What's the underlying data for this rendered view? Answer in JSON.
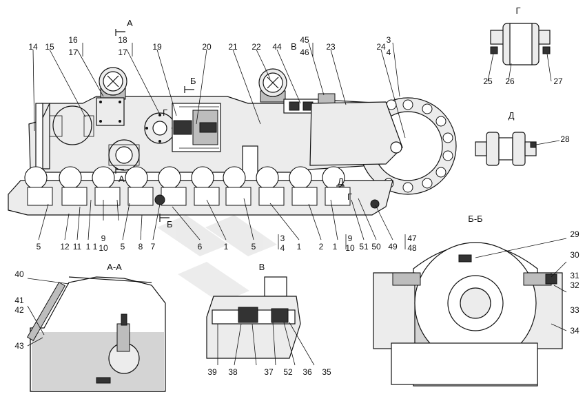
{
  "view_titles": {
    "g": "Г",
    "d": "Д",
    "aa": "А-А",
    "bb": "Б-Б",
    "v": "В",
    "section_a": "А",
    "section_b": "Б",
    "section_v": "В",
    "section_g": "Г",
    "section_d": "Д"
  },
  "callouts": {
    "main": [
      {
        "id": "c14",
        "text": "14"
      },
      {
        "id": "c15",
        "text": "15"
      },
      {
        "id": "c16",
        "text": "16"
      },
      {
        "id": "c17a",
        "text": "17"
      },
      {
        "id": "c18",
        "text": "18"
      },
      {
        "id": "c17b",
        "text": "17"
      },
      {
        "id": "c19",
        "text": "19"
      },
      {
        "id": "c20",
        "text": "20"
      },
      {
        "id": "c21",
        "text": "21"
      },
      {
        "id": "c22",
        "text": "22"
      },
      {
        "id": "c44",
        "text": "44"
      },
      {
        "id": "c45",
        "text": "45"
      },
      {
        "id": "c46",
        "text": "46"
      },
      {
        "id": "c23",
        "text": "23"
      },
      {
        "id": "c24",
        "text": "24"
      },
      {
        "id": "c3a",
        "text": "3"
      },
      {
        "id": "c4a",
        "text": "4"
      },
      {
        "id": "b5a",
        "text": "5"
      },
      {
        "id": "b12",
        "text": "12"
      },
      {
        "id": "b11",
        "text": "11"
      },
      {
        "id": "b1a",
        "text": "1"
      },
      {
        "id": "b1b",
        "text": "1"
      },
      {
        "id": "b9a",
        "text": "9"
      },
      {
        "id": "b10a",
        "text": "10"
      },
      {
        "id": "b5b",
        "text": "5"
      },
      {
        "id": "b8",
        "text": "8"
      },
      {
        "id": "b7",
        "text": "7"
      },
      {
        "id": "b6",
        "text": "6"
      },
      {
        "id": "b1c",
        "text": "1"
      },
      {
        "id": "b5c",
        "text": "5"
      },
      {
        "id": "b3",
        "text": "3"
      },
      {
        "id": "b4",
        "text": "4"
      },
      {
        "id": "b1d",
        "text": "1"
      },
      {
        "id": "b2",
        "text": "2"
      },
      {
        "id": "b1e",
        "text": "1"
      },
      {
        "id": "b9b",
        "text": "9"
      },
      {
        "id": "b10b",
        "text": "10"
      },
      {
        "id": "b51",
        "text": "51"
      },
      {
        "id": "b50",
        "text": "50"
      },
      {
        "id": "b49",
        "text": "49"
      },
      {
        "id": "b47",
        "text": "47"
      },
      {
        "id": "b48",
        "text": "48"
      }
    ],
    "view_g": [
      {
        "id": "g25",
        "text": "25"
      },
      {
        "id": "g26",
        "text": "26"
      },
      {
        "id": "g27",
        "text": "27"
      }
    ],
    "view_d": [
      {
        "id": "d28",
        "text": "28"
      }
    ],
    "view_aa": [
      {
        "id": "a40",
        "text": "40"
      },
      {
        "id": "a41",
        "text": "41"
      },
      {
        "id": "a42",
        "text": "42"
      },
      {
        "id": "a43",
        "text": "43"
      }
    ],
    "view_v": [
      {
        "id": "v39",
        "text": "39"
      },
      {
        "id": "v38",
        "text": "38"
      },
      {
        "id": "v37",
        "text": "37"
      },
      {
        "id": "v52",
        "text": "52"
      },
      {
        "id": "v36",
        "text": "36"
      },
      {
        "id": "v35",
        "text": "35"
      }
    ],
    "view_bb": [
      {
        "id": "bb29",
        "text": "29"
      },
      {
        "id": "bb30",
        "text": "30"
      },
      {
        "id": "bb31",
        "text": "31"
      },
      {
        "id": "bb32",
        "text": "32"
      },
      {
        "id": "bb33",
        "text": "33"
      },
      {
        "id": "bb34",
        "text": "34"
      }
    ]
  }
}
